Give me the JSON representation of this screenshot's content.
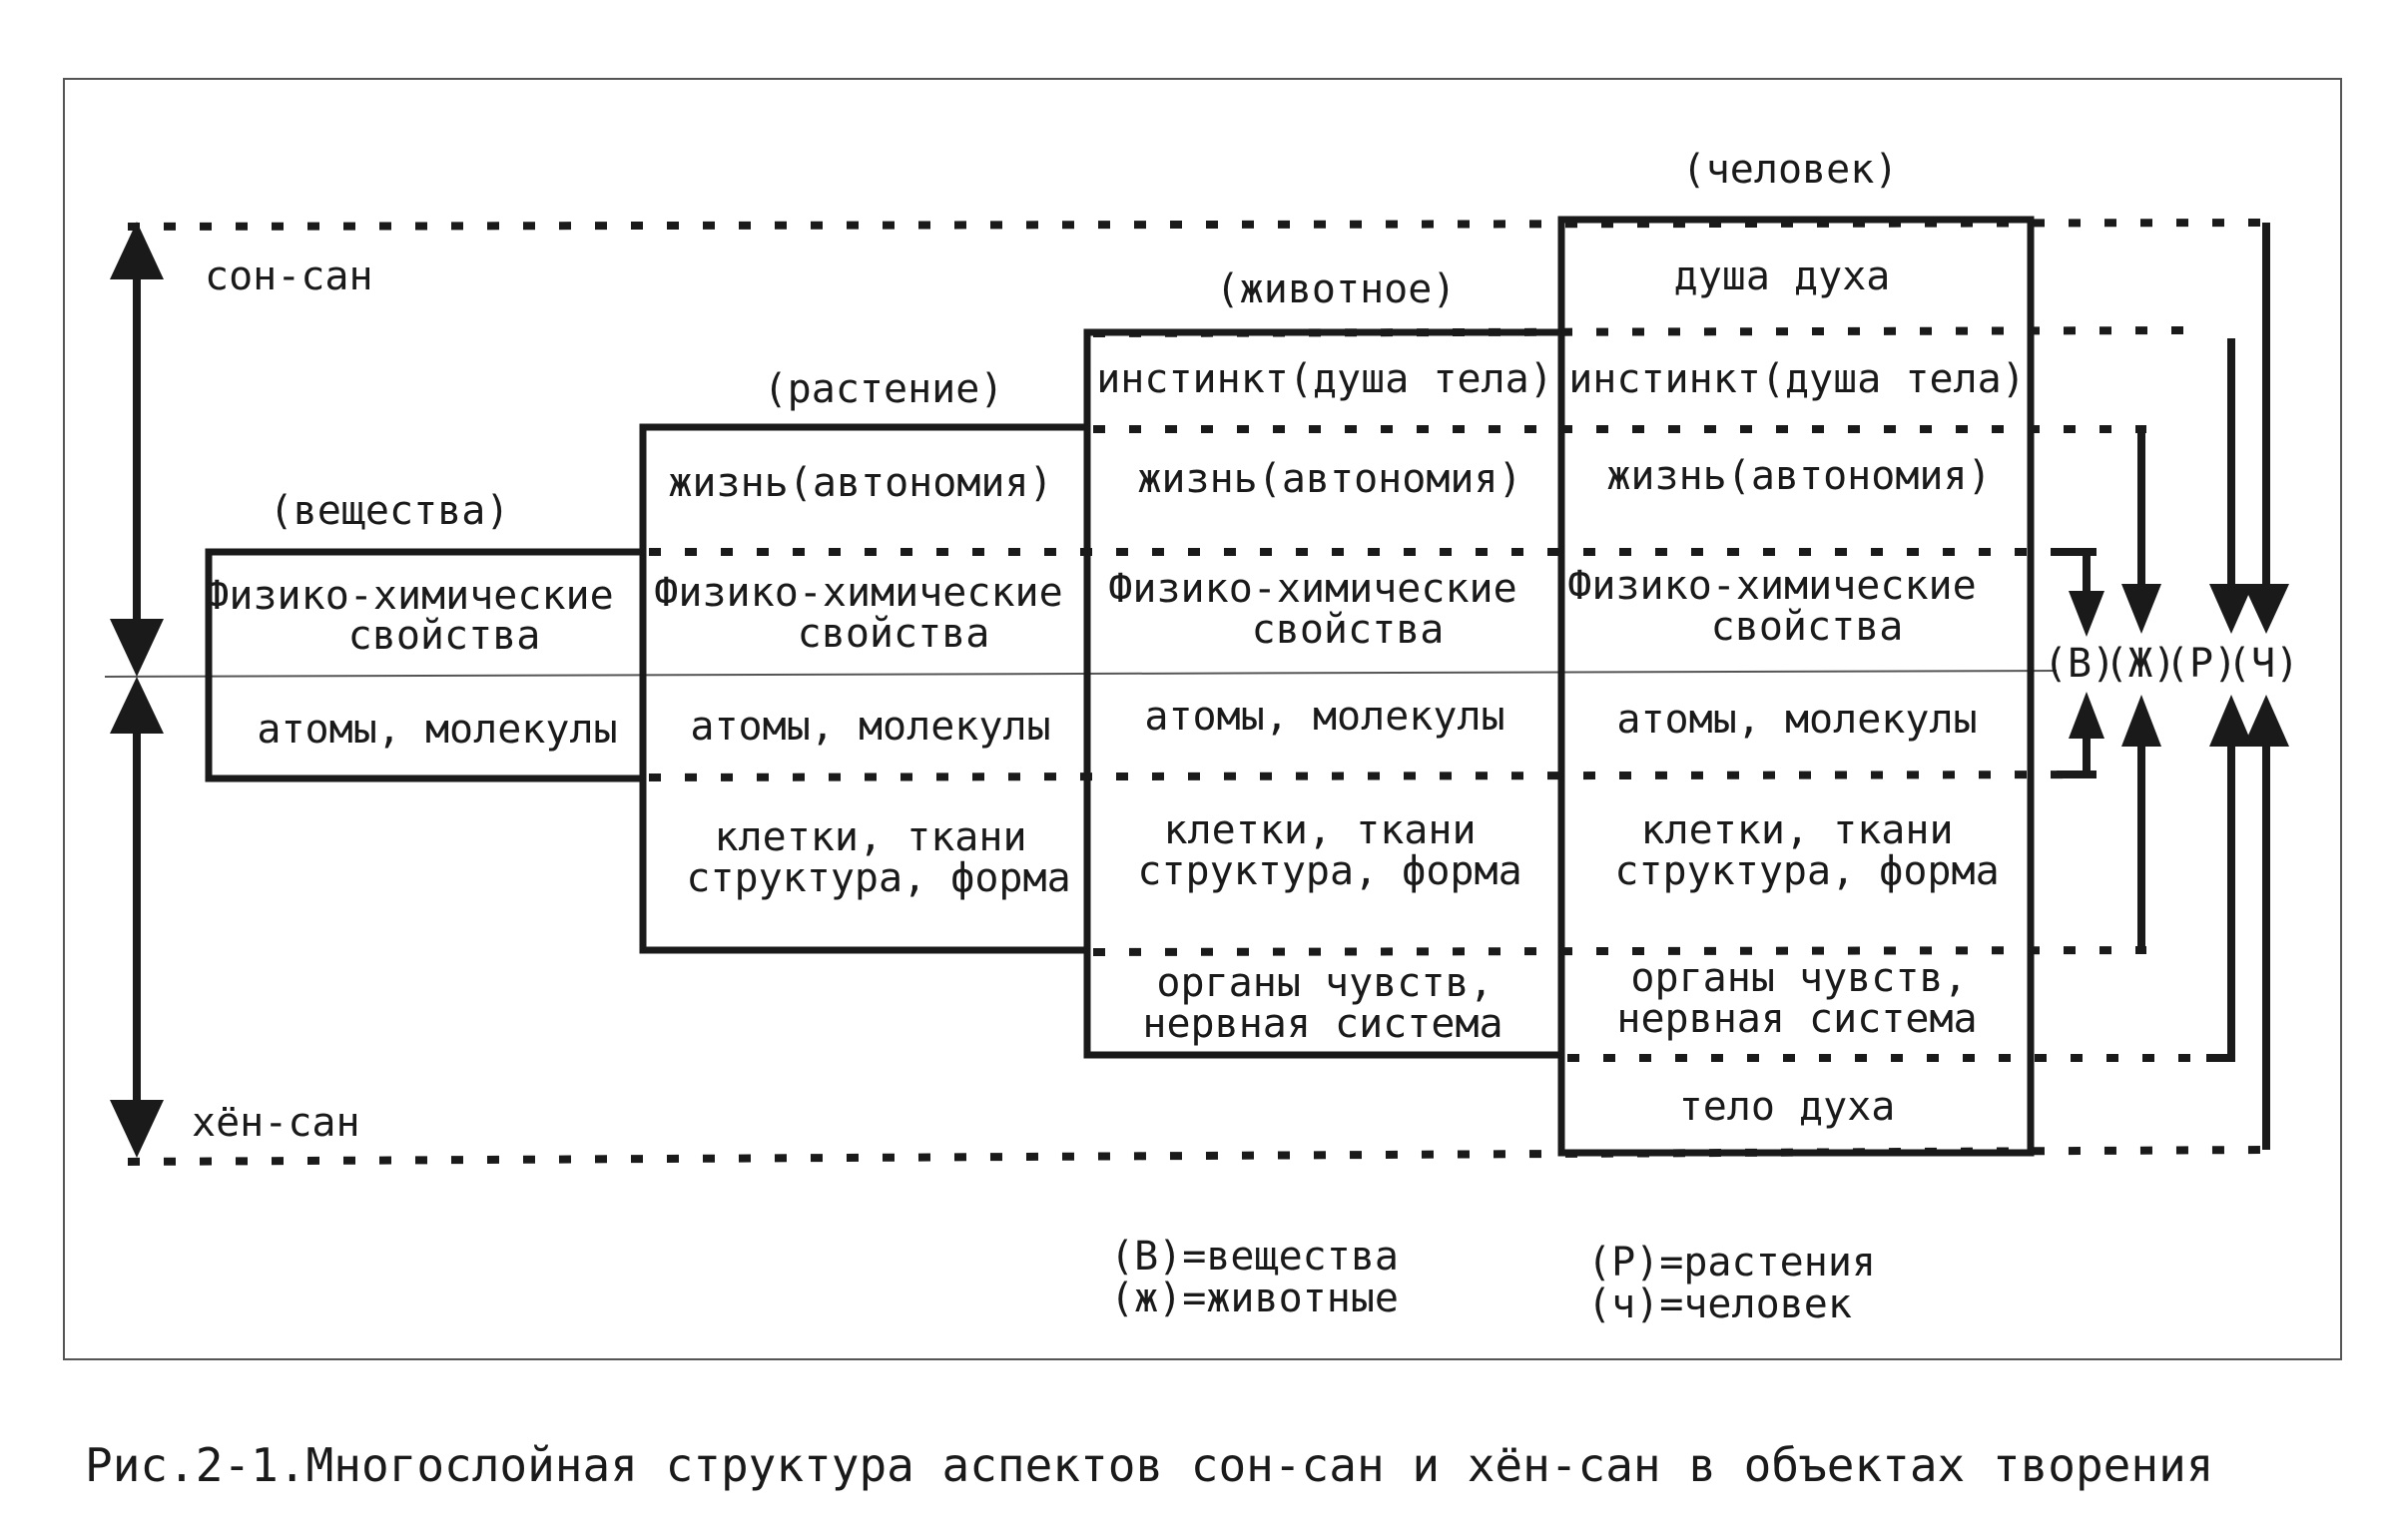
{
  "diagram": {
    "poles": {
      "top": "сон-сан",
      "bottom": "хён-сан"
    },
    "columns": {
      "substance": {
        "title": "(вещества)",
        "layers": [
          "Физико-химические",
          "свойства",
          "атомы, молекулы"
        ]
      },
      "plant": {
        "title": "(растение)",
        "layers": [
          "жизнь(автономия)",
          "Физико-химические",
          "свойства",
          "атомы, молекулы",
          "клетки, ткани",
          "структура, форма"
        ]
      },
      "animal": {
        "title": "(животное)",
        "layers": [
          "инстинкт(душа тела)",
          "жизнь(автономия)",
          "Физико-химические",
          "свойства",
          "атомы, молекулы",
          "клетки, ткани",
          "структура, форма",
          "органы чувств,",
          "нервная система"
        ]
      },
      "human": {
        "title": "(человек)",
        "layers": [
          "душа духа",
          "инстинкт(душа тела)",
          "жизнь(автономия)",
          "Физико-химические",
          "свойства",
          "атомы, молекулы",
          "клетки, ткани",
          "структура, форма",
          "органы чувств,",
          "нервная система",
          "тело духа"
        ]
      }
    },
    "markers": [
      "(В)",
      "(Ж)",
      "(Р)",
      "(Ч)"
    ],
    "legend": [
      "(В)=вещества",
      "(ж)=животные",
      "(Р)=растения",
      "(ч)=человек"
    ]
  },
  "caption": "Рис.2-1.Многослойная структура аспектов сон-сан и хён-сан в объектах творения"
}
